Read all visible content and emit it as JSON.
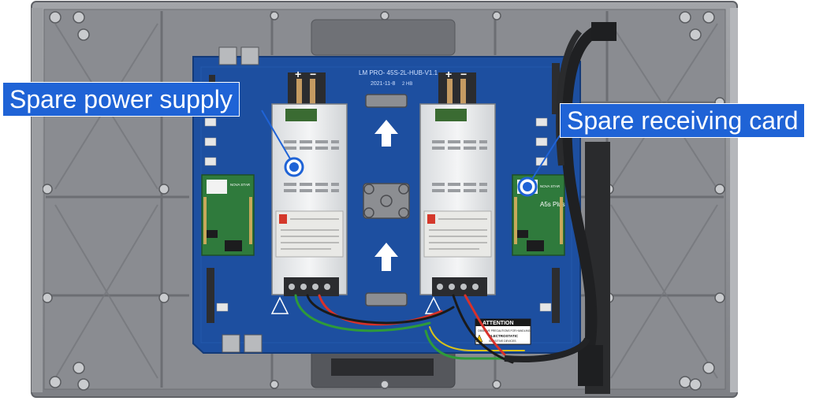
{
  "photo": {
    "subject": "LED display cabinet rear view with hub board",
    "board_label": "LM PRO- 45S-2L-HUB-V1.1",
    "board_date": "2021-11-8",
    "board_mark": "2 HB",
    "card_brand": "NOVA STAR",
    "card_model": "A5s Plus",
    "attention_title": "ATTENTION",
    "attention_line1": "OBSERVE PRECAUTIONS FOR HANDLING",
    "attention_line2": "ELECTROSTATIC",
    "attention_line3": "SENSITIVE DEVICES",
    "terminal_plus": "+",
    "terminal_minus": "−"
  },
  "callouts": {
    "power_supply": "Spare power supply",
    "receiving_card": "Spare receiving card"
  },
  "colors": {
    "callout_bg": "#1f63d6",
    "pcb_blue": "#1d4fa0",
    "frame_gray": "#8f9196",
    "psu_white": "#eef0f2"
  }
}
